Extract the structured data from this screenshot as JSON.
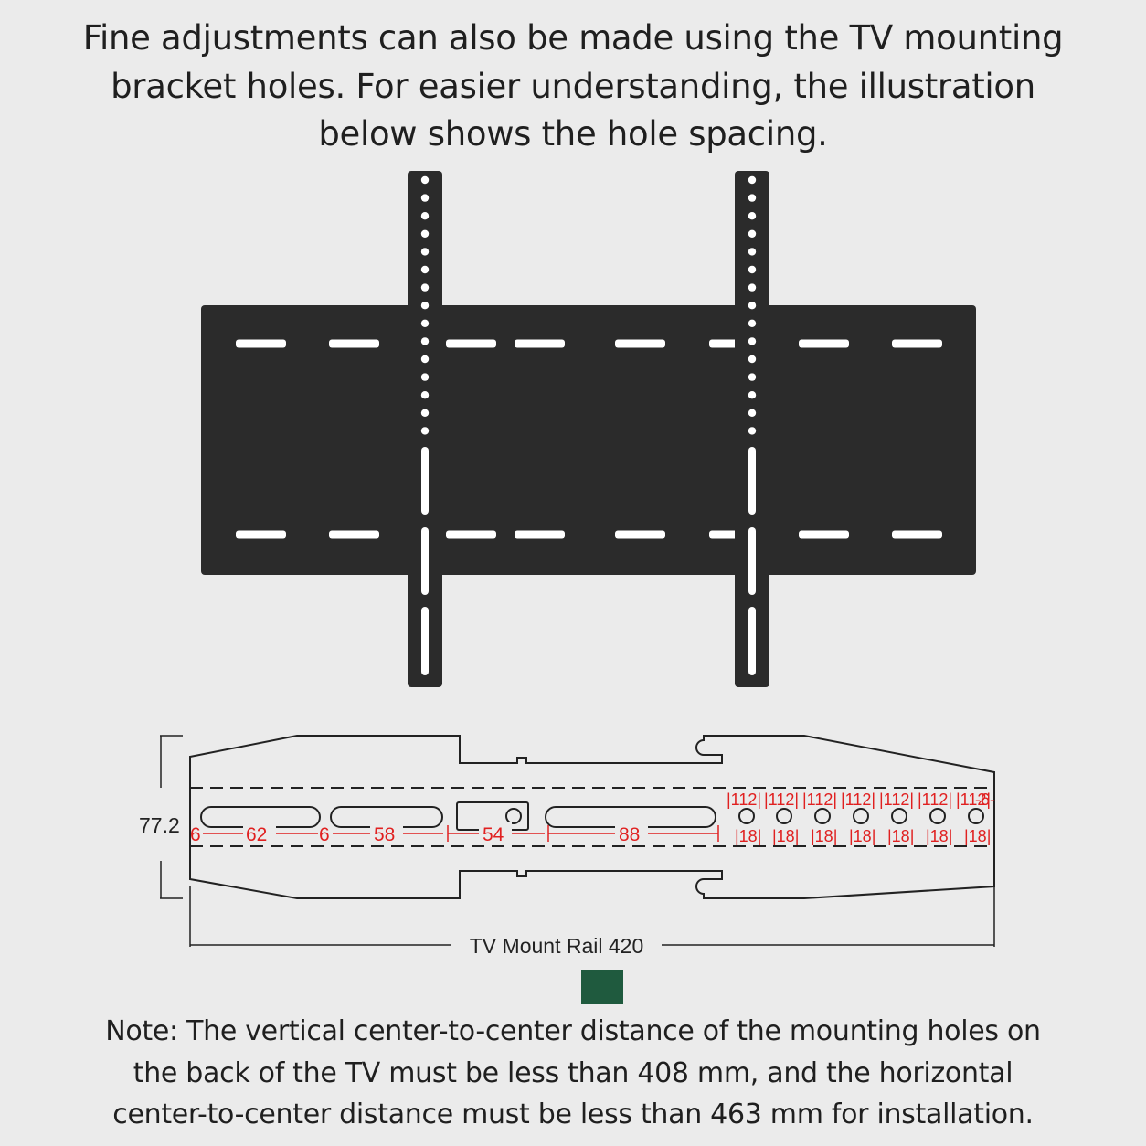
{
  "heading": {
    "line1": "Fine adjustments can also be made using the TV mounting",
    "line2": "bracket holes. For easier understanding, the illustration",
    "line3": "below shows the hole spacing."
  },
  "rail": {
    "height_label": "77.2",
    "rail_label": "TV Mount Rail 420",
    "slot_dims": [
      "6",
      "62",
      "6",
      "58",
      "54",
      "88"
    ],
    "hole_top_labels": [
      "112",
      "112",
      "112",
      "112",
      "112",
      "112",
      "112",
      "6"
    ],
    "hole_bottom_labels": [
      "18",
      "18",
      "18",
      "18",
      "18",
      "18",
      "18"
    ]
  },
  "note": {
    "line1": "Note: The vertical center-to-center distance of the mounting holes on",
    "line2": "the back of the TV must be less than 408 mm, and the horizontal",
    "line3": "center-to-center distance must be less than 463 mm for installation."
  },
  "colors": {
    "background": "#ebebeb",
    "plate": "#2b2b2b",
    "dimension": "#e02020",
    "swatch": "#1f5a3e"
  }
}
